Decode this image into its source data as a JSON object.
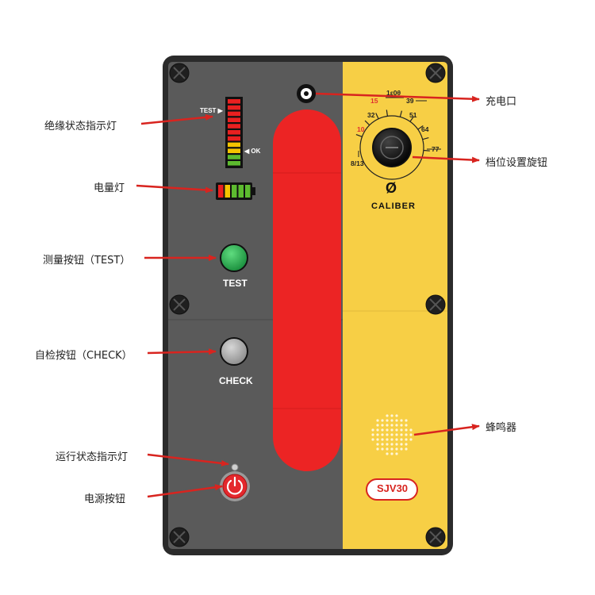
{
  "labels": {
    "insulation_led": "绝缘状态指示灯",
    "battery_led": "电量灯",
    "test_button": "测量按钮（TEST）",
    "check_button": "自检按钮（CHECK）",
    "run_led": "运行状态指示灯",
    "power_button": "电源按钮",
    "charge_port": "充电口",
    "caliber_knob": "档位设置旋钮",
    "buzzer": "蜂鸣器"
  },
  "device": {
    "bar_test_label": "TEST",
    "bar_ok_label": "OK",
    "test_label": "TEST",
    "check_label": "CHECK",
    "caliber_symbol": "Ø",
    "caliber_label": "CALIBER",
    "model": "SJV30"
  },
  "dial": {
    "settings": [
      {
        "value": "8/13",
        "highlight": false
      },
      {
        "value": "10",
        "highlight": true
      },
      {
        "value": "15",
        "highlight": true
      },
      {
        "value": "32",
        "highlight": false
      },
      {
        "value": "1ε0θ",
        "highlight": false
      },
      {
        "value": "39",
        "highlight": false
      },
      {
        "value": "51",
        "highlight": false
      },
      {
        "value": "64",
        "highlight": false
      },
      {
        "value": "77",
        "highlight": false
      }
    ]
  },
  "colors": {
    "panel_gray": "#5a5a5a",
    "panel_yellow": "#f7cf45",
    "window_red": "#ec2424",
    "test_green": "#22b14c",
    "power_red": "#e4282d",
    "arrow_red": "#d8241f"
  },
  "insulation_bar_segments": [
    "#e92020",
    "#e92020",
    "#e92020",
    "#e92020",
    "#e92020",
    "#e92020",
    "#e92020",
    "#f5c400",
    "#f5c400",
    "#5dbb2f",
    "#5dbb2f"
  ],
  "battery_segments": [
    "#e92020",
    "#f5c400",
    "#5dbb2f",
    "#5dbb2f",
    "#5dbb2f"
  ]
}
